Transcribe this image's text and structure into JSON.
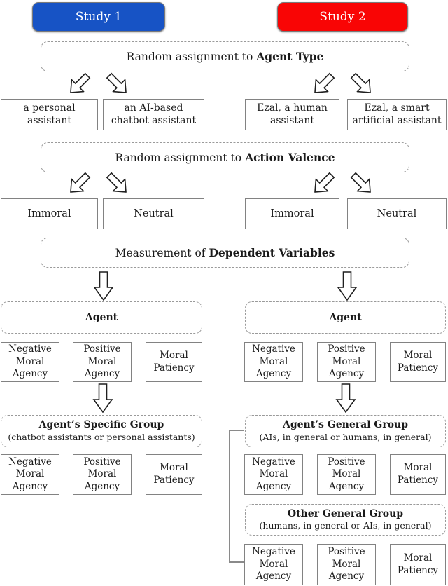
{
  "figure": {
    "study1_label": "Study 1",
    "study2_label": "Study 2",
    "colors": {
      "study1": "#1753c5",
      "study2": "#f90505"
    }
  },
  "banners": {
    "agent_type": {
      "prefix": "Random assignment to",
      "emphasis": "Agent Type"
    },
    "action_valence": {
      "prefix": "Random assignment to",
      "emphasis": "Action Valence"
    },
    "dependent_variables": {
      "prefix": "Measurement of",
      "emphasis": "Dependent Variables"
    }
  },
  "agent_types": {
    "study1_a": "a personal assistant",
    "study1_b": "an AI-based chatbot assistant",
    "study2_a": "Ezal, a human assistant",
    "study2_b": "Ezal, a smart artificial assistant"
  },
  "valence": {
    "immoral": "Immoral",
    "neutral": "Neutral"
  },
  "targets": {
    "agent": "Agent",
    "specific_group": {
      "title": "Agent’s Specific Group",
      "subtitle": "(chatbot assistants or personal assistants)"
    },
    "general_group": {
      "title": "Agent’s General Group",
      "subtitle": "(AIs, in general or humans, in general)"
    },
    "other_group": {
      "title": "Other General Group",
      "subtitle": "(humans, in general or AIs, in general)"
    }
  },
  "measures": {
    "negative": "Negative Moral Agency",
    "positive": "Positive Moral Agency",
    "patiency": "Moral Patiency"
  }
}
